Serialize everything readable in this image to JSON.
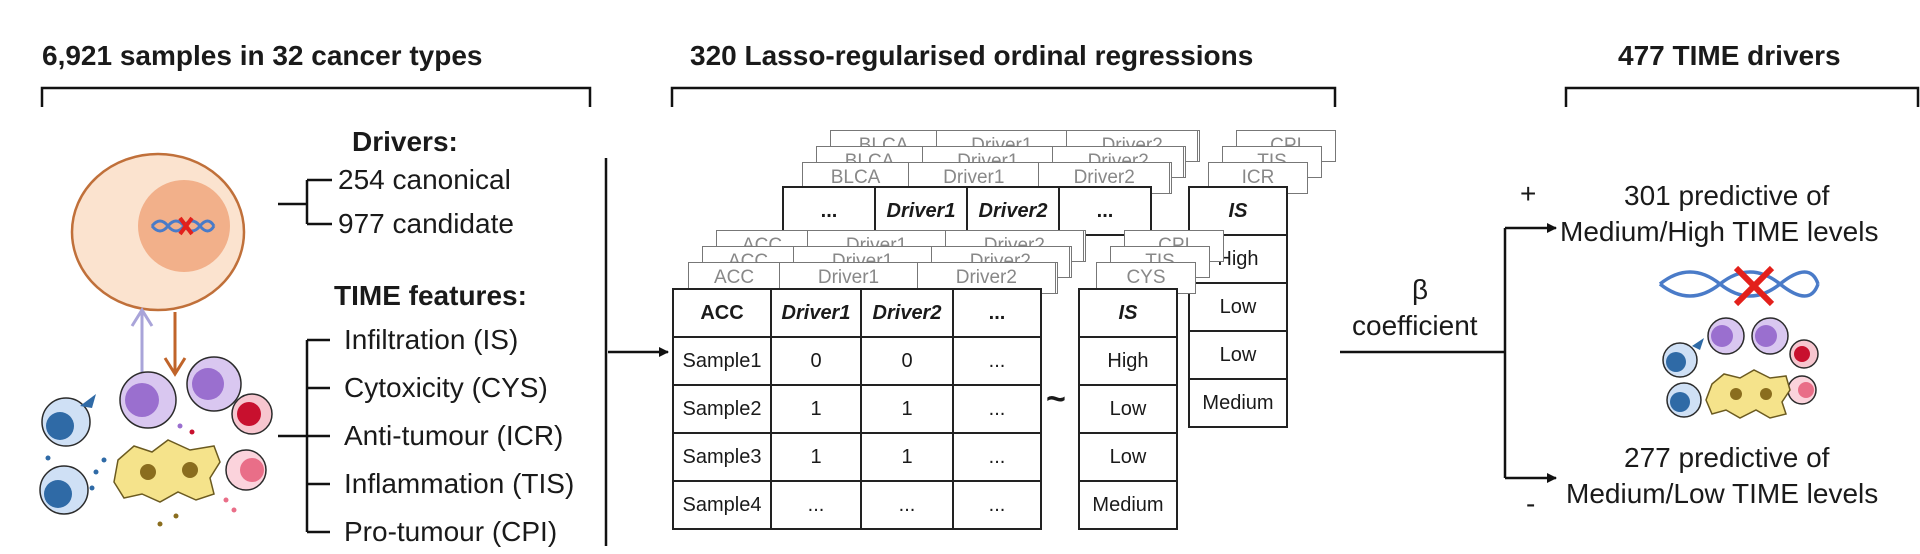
{
  "section1": {
    "title": "6,921 samples in 32 cancer types",
    "drivers_title": "Drivers:",
    "drivers": [
      "254 canonical",
      "977 candidate"
    ],
    "time_title": "TIME features:",
    "time_features": [
      "Infiltration (IS)",
      "Cytoxicity (CYS)",
      "Anti-tumour (ICR)",
      "Inflammation (TIS)",
      "Pro-tumour (CPI)"
    ]
  },
  "section2": {
    "title": "320 Lasso-regularised ordinal regressions",
    "front_table": {
      "headers": [
        "ACC",
        "Driver1",
        "Driver2",
        "..."
      ],
      "rows": [
        [
          "Sample1",
          "0",
          "0",
          "..."
        ],
        [
          "Sample2",
          "1",
          "1",
          "..."
        ],
        [
          "Sample3",
          "1",
          "1",
          "..."
        ],
        [
          "Sample4",
          "...",
          "...",
          "..."
        ]
      ]
    },
    "back_table": {
      "headers": [
        "...",
        "Driver1",
        "Driver2",
        "..."
      ]
    },
    "ghost_table_front": [
      "ACC",
      "Driver1",
      "Driver2"
    ],
    "ghost_table_back": [
      "BLCA",
      "Driver1",
      "Driver2"
    ],
    "tilde": "~",
    "outcome_front": {
      "header": "IS",
      "values": [
        "High",
        "Low",
        "Low",
        "Medium"
      ]
    },
    "outcome_back": {
      "header": "IS",
      "values": [
        "High",
        "Low",
        "Low",
        "Medium"
      ]
    },
    "outcome_ghost_labels": [
      "CPI",
      "TIS",
      "ICR",
      "CYS"
    ],
    "beta_label": "β",
    "coef_label": "coefficient"
  },
  "section3": {
    "title": "477 TIME drivers",
    "plus": "+",
    "minus": "-",
    "positive": [
      "301 predictive of",
      "Medium/High TIME levels"
    ],
    "negative": [
      "277 predictive of",
      "Medium/Low TIME levels"
    ]
  },
  "colors": {
    "cell_fill": "#fbe3cf",
    "cell_stroke": "#c0703a",
    "nucleus": "#f2b08a",
    "dna": "#4a7bc8",
    "cross": "#e3201b",
    "arrow_up": "#a9a4d9",
    "arrow_down": "#c0642a",
    "purple": "#9a6fcf",
    "blue": "#2f6aa6",
    "red": "#c8102e",
    "pink": "#e96e88",
    "yellow": "#f5e38b"
  }
}
